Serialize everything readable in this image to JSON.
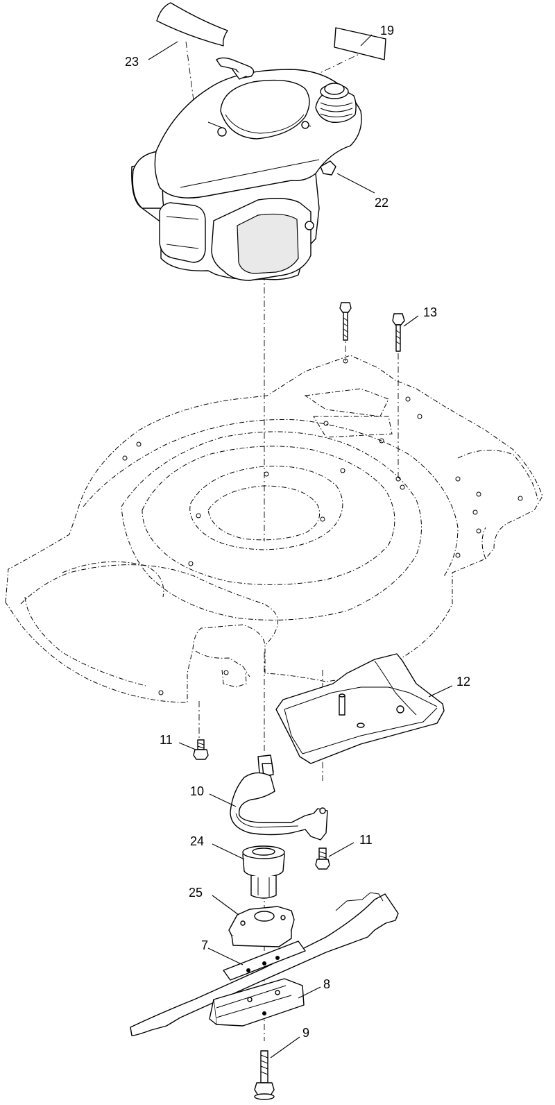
{
  "diagram": {
    "callouts": [
      {
        "id": "23",
        "label": "23"
      },
      {
        "id": "19",
        "label": "19"
      },
      {
        "id": "22",
        "label": "22"
      },
      {
        "id": "13",
        "label": "13"
      },
      {
        "id": "12",
        "label": "12"
      },
      {
        "id": "11a",
        "label": "11"
      },
      {
        "id": "10",
        "label": "10"
      },
      {
        "id": "24",
        "label": "24"
      },
      {
        "id": "11b",
        "label": "11"
      },
      {
        "id": "25",
        "label": "25"
      },
      {
        "id": "7",
        "label": "7"
      },
      {
        "id": "8",
        "label": "8"
      },
      {
        "id": "9",
        "label": "9"
      }
    ]
  }
}
